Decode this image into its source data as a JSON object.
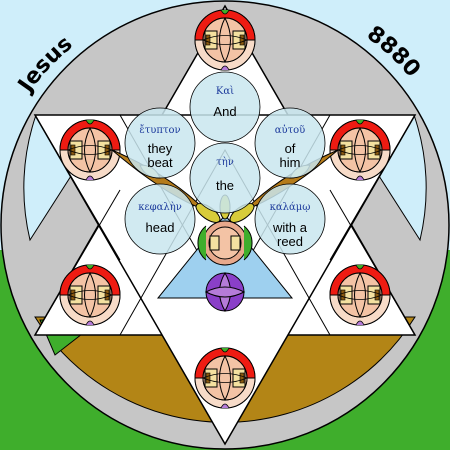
{
  "figure": {
    "title_word": "Jesus",
    "number": "8880",
    "colors": {
      "sky": "#cfeefa",
      "grass": "#3fae2c",
      "outer_ring": "#c6c6c6",
      "earth": "#b38516",
      "bubble": "#c9e6ee",
      "seed_brown": "#b57b1a",
      "purple": "#8a3fc8",
      "light_blue": "#9ed0ef"
    },
    "phrases": [
      {
        "greek": "Καὶ",
        "english": [
          "And"
        ]
      },
      {
        "greek": "ἔτυπτον",
        "english": [
          "they",
          "beat"
        ]
      },
      {
        "greek": "αὐτοῦ",
        "english": [
          "of",
          "him"
        ]
      },
      {
        "greek": "τὴν",
        "english": [
          "the"
        ]
      },
      {
        "greek": "κεφαλὴν",
        "english": [
          "head"
        ]
      },
      {
        "greek": "καλάμῳ",
        "english": [
          "with a",
          "reed"
        ]
      }
    ]
  }
}
